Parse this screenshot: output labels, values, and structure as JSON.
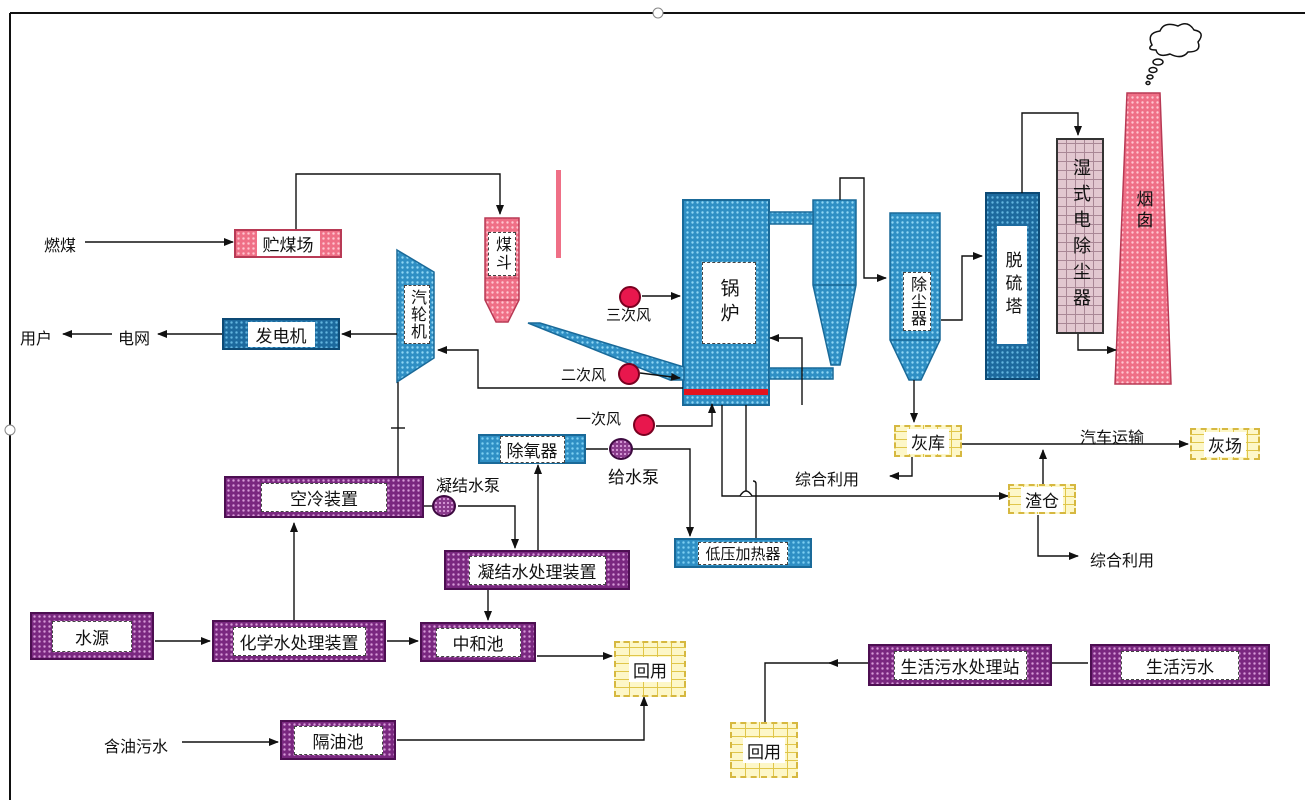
{
  "labels": {
    "fuel_coal": "燃煤",
    "coal_yard": "贮煤场",
    "coal_hopper": "煤斗",
    "turbine": "汽轮机",
    "generator": "发电机",
    "grid": "电网",
    "users": "用户",
    "boiler": "锅炉",
    "tertiary_air": "三次风",
    "secondary_air": "二次风",
    "primary_air": "一次风",
    "deaerator": "除氧器",
    "feed_pump": "给水泵",
    "low_pressure_heater": "低压加热器",
    "dust_collector": "除尘器",
    "desulfurization_tower": "脱硫塔",
    "wet_esp": "湿式电除尘器",
    "chimney": "烟囱",
    "ash_silo": "灰库",
    "truck_transport": "汽车运输",
    "ash_yard": "灰场",
    "comprehensive_use_1": "综合利用",
    "slag_silo": "渣仓",
    "comprehensive_use_2": "综合利用",
    "air_cooling": "空冷装置",
    "condensate_pump": "凝结水泵",
    "condensate_treatment": "凝结水处理装置",
    "water_source": "水源",
    "chemical_treatment": "化学水处理装置",
    "neutralization_pool": "中和池",
    "reuse_1": "回用",
    "oily_wastewater": "含油污水",
    "oil_separator": "隔油池",
    "domestic_wastewater": "生活污水",
    "domestic_treatment_station": "生活污水处理站",
    "reuse_2": "回用"
  },
  "colors": {
    "line": "#111111",
    "blue_equipment": "#2f8fc4",
    "purple_equipment": "#7a2880",
    "pink_equipment": "#ef6f86",
    "yellow_storage": "#fdf7c8",
    "fan_red": "#e8174d",
    "grate_red": "#e3141e"
  }
}
